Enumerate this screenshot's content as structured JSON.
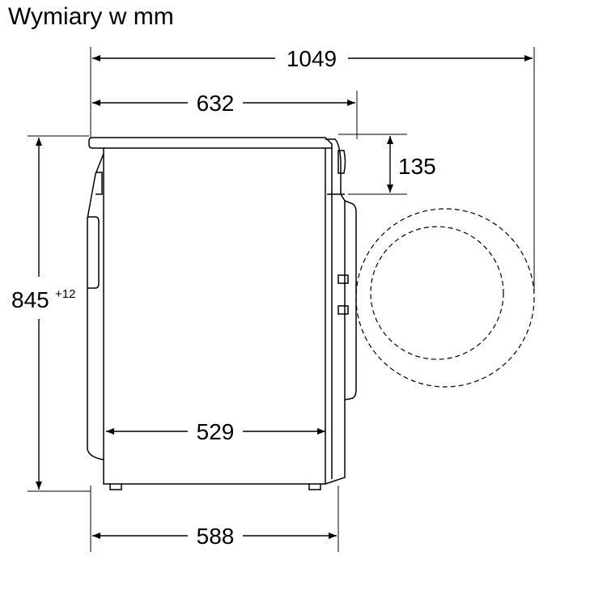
{
  "title": "Wymiary w mm",
  "dimensions": {
    "overall_depth_door_open": "1049",
    "body_depth": "632",
    "top_height": "135",
    "height": "845",
    "height_tolerance": "+12",
    "inner_depth": "529",
    "base_depth": "588"
  },
  "colors": {
    "line": "#000000",
    "background": "#ffffff"
  },
  "units": "mm"
}
